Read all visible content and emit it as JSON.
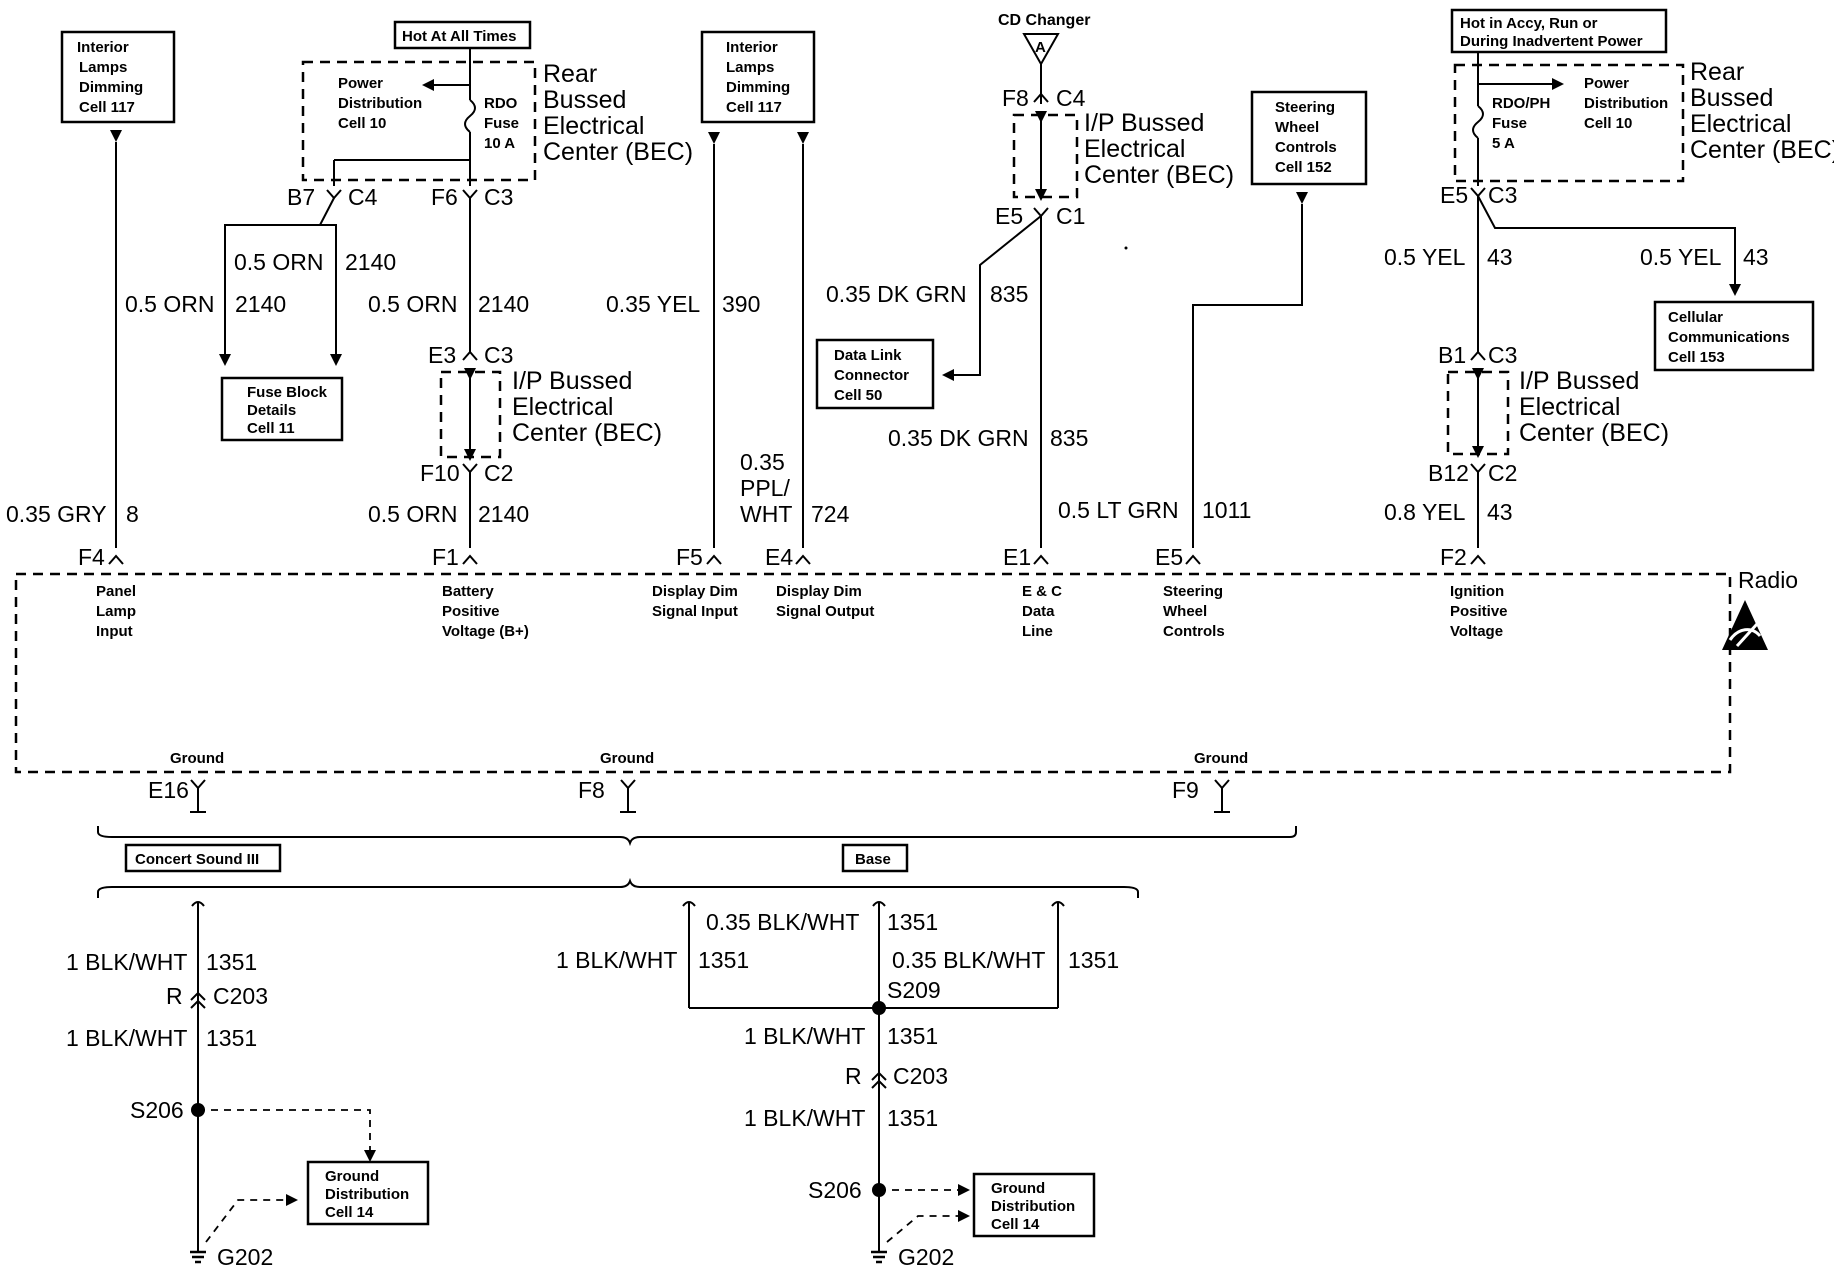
{
  "radio_label": "Radio",
  "source_boxes": {
    "interior_dim_1": [
      "Interior",
      "Lamps",
      "Dimming",
      "Cell 117"
    ],
    "interior_dim_2": [
      "Interior",
      "Lamps",
      "Dimming",
      "Cell 117"
    ],
    "cd_changer": "CD Changer",
    "cd_changer_pin": "A",
    "steering_controls": [
      "Steering",
      "Wheel",
      "Controls",
      "Cell 152"
    ],
    "hot_at_all_times": "Hot At All Times",
    "hot_in_accy": [
      "Hot in Accy, Run or",
      "During Inadvertent Power"
    ]
  },
  "fuse_left": {
    "pdist": [
      "Power",
      "Distribution",
      "Cell 10"
    ],
    "fuse": [
      "RDO",
      "Fuse",
      "10 A"
    ],
    "bec": [
      "Rear",
      "Bussed",
      "Electrical",
      "Center (BEC)"
    ]
  },
  "fuse_right": {
    "pdist": [
      "Power",
      "Distribution",
      "Cell 10"
    ],
    "fuse": [
      "RDO/PH",
      "Fuse",
      "5 A"
    ],
    "bec": [
      "Rear",
      "Bussed",
      "Electrical",
      "Center (BEC)"
    ]
  },
  "ip_bec": [
    "I/P Bussed",
    "Electrical",
    "Center (BEC)"
  ],
  "ref_boxes": {
    "fuse_block": [
      "Fuse Block",
      "Details",
      "Cell 11"
    ],
    "dlc": [
      "Data Link",
      "Connector",
      "Cell 50"
    ],
    "cellular": [
      "Cellular",
      "Communications",
      "Cell 153"
    ],
    "ground_dist_1": [
      "Ground",
      "Distribution",
      "Cell 14"
    ],
    "ground_dist_2": [
      "Ground",
      "Distribution",
      "Cell 14"
    ]
  },
  "connectors": {
    "b7": "B7",
    "c4a": "C4",
    "f6": "F6",
    "c3a": "C3",
    "e3": "E3",
    "c3b": "C3",
    "f10": "F10",
    "c2a": "C2",
    "f8": "F8",
    "c4b": "C4",
    "e5a": "E5",
    "c1": "C1",
    "e5b": "E5",
    "c3c": "C3",
    "b1": "B1",
    "c3d": "C3",
    "b12": "B12",
    "c2b": "C2"
  },
  "wires": {
    "w_orn_a": [
      "0.5 ORN",
      "2140"
    ],
    "w_orn_b": [
      "0.5 ORN",
      "2140"
    ],
    "w_orn_c": [
      "0.5 ORN",
      "2140"
    ],
    "w_orn_d": [
      "0.5 ORN",
      "2140"
    ],
    "w_gry": [
      "0.35 GRY",
      "8"
    ],
    "w_yel390": [
      "0.35 YEL",
      "390"
    ],
    "w_ppl": [
      "0.35",
      "PPL/",
      "WHT",
      "724"
    ],
    "w_dkgrn_a": [
      "0.35 DK GRN",
      "835"
    ],
    "w_dkgrn_b": [
      "0.35 DK GRN",
      "835"
    ],
    "w_ltgrn": [
      "0.5 LT GRN",
      "1011"
    ],
    "w_yel43a": [
      "0.5 YEL",
      "43"
    ],
    "w_yel43b": [
      "0.5 YEL",
      "43"
    ],
    "w_yel43c": [
      "0.8 YEL",
      "43"
    ]
  },
  "radio_pins": [
    {
      "pin": "F4",
      "label": [
        "Panel",
        "Lamp",
        "Input"
      ]
    },
    {
      "pin": "F1",
      "label": [
        "Battery",
        "Positive",
        "Voltage (B+)"
      ]
    },
    {
      "pin": "F5",
      "label": [
        "Display Dim",
        "Signal Input"
      ]
    },
    {
      "pin": "E4",
      "label": [
        "Display Dim",
        "Signal Output"
      ]
    },
    {
      "pin": "E1",
      "label": [
        "E & C",
        "Data",
        "Line"
      ]
    },
    {
      "pin": "E5",
      "label": [
        "Steering",
        "Wheel",
        "Controls"
      ]
    },
    {
      "pin": "F2",
      "label": [
        "Ignition",
        "Positive",
        "Voltage"
      ]
    }
  ],
  "grounds": [
    {
      "label": "Ground",
      "pin": "E16"
    },
    {
      "label": "Ground",
      "pin": "F8"
    },
    {
      "label": "Ground",
      "pin": "F9"
    }
  ],
  "options": {
    "concert": "Concert Sound III",
    "base": "Base"
  },
  "ground_left": {
    "w1": [
      "1 BLK/WHT",
      "1351"
    ],
    "conn_r": "R",
    "conn_c": "C203",
    "w2": [
      "1 BLK/WHT",
      "1351"
    ],
    "splice": "S206",
    "g": "G202"
  },
  "ground_right": {
    "w_top": [
      "0.35 BLK/WHT",
      "1351"
    ],
    "w_left": [
      "1 BLK/WHT",
      "1351"
    ],
    "w_right": [
      "0.35 BLK/WHT",
      "1351"
    ],
    "s209": "S209",
    "w1": [
      "1 BLK/WHT",
      "1351"
    ],
    "conn_r": "R",
    "conn_c": "C203",
    "w2": [
      "1 BLK/WHT",
      "1351"
    ],
    "splice": "S206",
    "g": "G202"
  }
}
